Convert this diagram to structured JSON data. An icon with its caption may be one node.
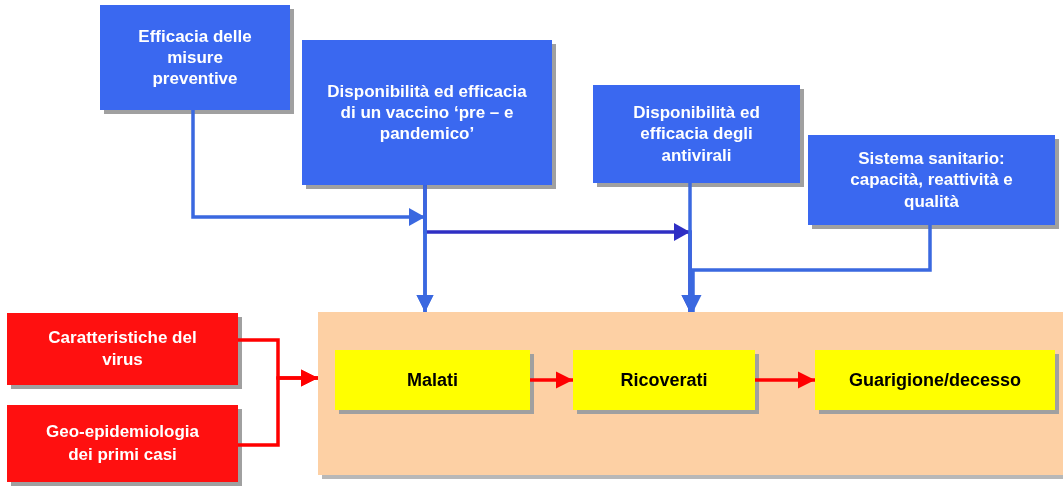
{
  "diagram": {
    "nodes": [
      {
        "text": [
          "Efficacia delle misure preventive"
        ]
      },
      {
        "text": [
          "Disponibilità ed efficacia di un vaccino ‘pre – e pandemico’"
        ]
      },
      {
        "text": [
          "Disponibilità ed efficacia degli antivirali"
        ]
      },
      {
        "text": [
          "Sistema sanitario: capacità, reattività e qualità"
        ]
      },
      {
        "text": [
          "Caratteristiche del virus"
        ]
      },
      {
        "text": [
          "Geo-epidemiologia dei primi casi"
        ]
      },
      {
        "text": [],
        "shape": "box"
      },
      {
        "text": [
          "Malati"
        ],
        "in": 6
      },
      {
        "text": [
          "Ricoverati"
        ],
        "in": 6
      },
      {
        "text": [
          "Guarigione/decesso"
        ],
        "in": 6
      }
    ],
    "edges": [
      {
        "from": 0,
        "to": 6,
        "arrow": "to"
      },
      {
        "from": 1,
        "to": 6,
        "arrow": "to"
      },
      {
        "from": 1,
        "to": 6,
        "arrow": "to",
        "color": "#2f2fc4"
      },
      {
        "from": 2,
        "to": 6,
        "arrow": "to"
      },
      {
        "from": 3,
        "to": 6,
        "arrow": "to"
      },
      {
        "from": 4,
        "to": 6,
        "arrow": "to",
        "color": "#ff0000"
      },
      {
        "from": 5,
        "to": 6,
        "arrow": "to",
        "color": "#ff0000"
      },
      {
        "from": 7,
        "to": 8,
        "arrow": "to",
        "color": "#ff0000"
      },
      {
        "from": 8,
        "to": 9,
        "arrow": "to",
        "color": "#ff0000"
      }
    ]
  }
}
